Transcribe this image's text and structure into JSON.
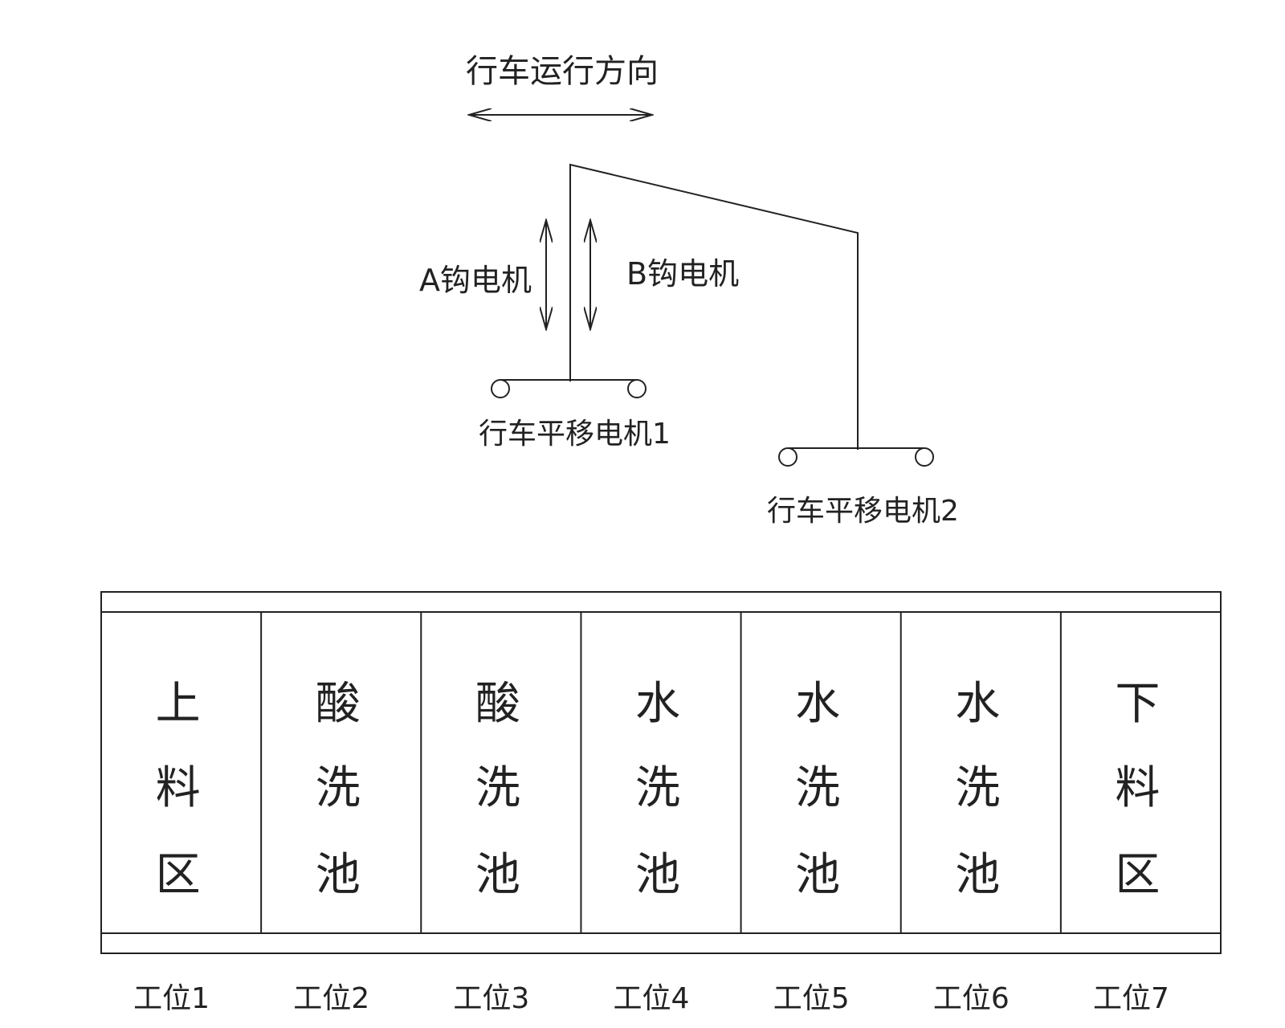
{
  "direction_label": "行车运行方向",
  "hook_a_label": "A钩电机",
  "hook_b_label": "B钩电机",
  "traverse_motor_1_label": "行车平移电机1",
  "traverse_motor_2_label": "行车平移电机2",
  "stations": [
    {
      "name": "上料区",
      "chars": [
        "上",
        "料",
        "区"
      ],
      "position_label": "工位1"
    },
    {
      "name": "酸洗池",
      "chars": [
        "酸",
        "洗",
        "池"
      ],
      "position_label": "工位2"
    },
    {
      "name": "酸洗池",
      "chars": [
        "酸",
        "洗",
        "池"
      ],
      "position_label": "工位3"
    },
    {
      "name": "水洗池",
      "chars": [
        "水",
        "洗",
        "池"
      ],
      "position_label": "工位4"
    },
    {
      "name": "水洗池",
      "chars": [
        "水",
        "洗",
        "池"
      ],
      "position_label": "工位5"
    },
    {
      "name": "水洗池",
      "chars": [
        "水",
        "洗",
        "池"
      ],
      "position_label": "工位6"
    },
    {
      "name": "下料区",
      "chars": [
        "下",
        "料",
        "区"
      ],
      "position_label": "工位7"
    }
  ],
  "colors": {
    "line": "#222222",
    "background": "#ffffff"
  }
}
